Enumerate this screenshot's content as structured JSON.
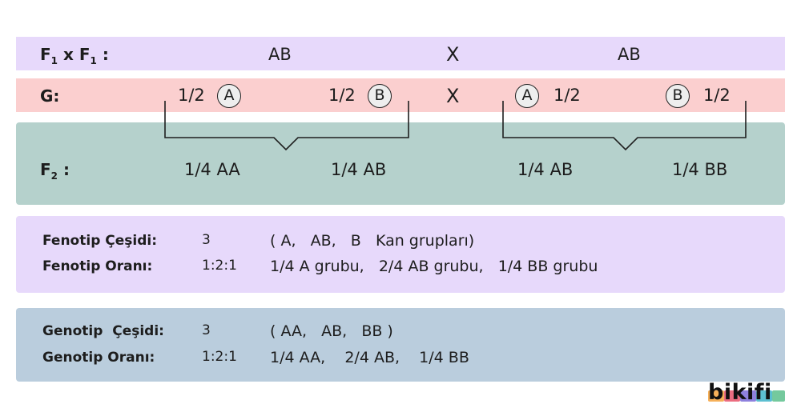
{
  "row_f1": {
    "label_prefix": "F",
    "label_sub": "1",
    "label_mid": " x F",
    "label_sub2": "1",
    "label_suffix": " :",
    "left": "AB",
    "cross": "X",
    "right": "AB"
  },
  "row_g": {
    "label": "G:",
    "left_a_ratio": "1/2",
    "left_a_letter": "A",
    "left_b_ratio": "1/2",
    "left_b_letter": "B",
    "cross": "X",
    "right_a_letter": "A",
    "right_a_ratio": "1/2",
    "right_b_letter": "B",
    "right_b_ratio": "1/2"
  },
  "row_f2": {
    "label_prefix": "F",
    "label_sub": "2",
    "label_suffix": " :",
    "values": [
      "1/4 AA",
      "1/4 AB",
      "1/4 AB",
      "1/4 BB"
    ]
  },
  "fenotip": {
    "cesit_label": "Fenotip Çeşidi:",
    "cesit_value": "3",
    "cesit_detail": "( A,   AB,   B   Kan grupları)",
    "oran_label": "Fenotip Oranı:",
    "oran_value": "1:2:1",
    "oran_detail": "1/4 A grubu,   2/4 AB grubu,   1/4 BB grubu"
  },
  "genotip": {
    "cesit_label": "Genotip  Çeşidi:",
    "cesit_value": "3",
    "cesit_detail": "( AA,   AB,   BB )",
    "oran_label": "Genotip Oranı:",
    "oran_value": "1:2:1",
    "oran_detail": "1/4 AA,    2/4 AB,    1/4 BB"
  },
  "logo": {
    "text": "bikifi",
    "colors": [
      "#f4a23c",
      "#e7536a",
      "#7a6bd8",
      "#3fb4c9",
      "#5cc08c"
    ]
  }
}
